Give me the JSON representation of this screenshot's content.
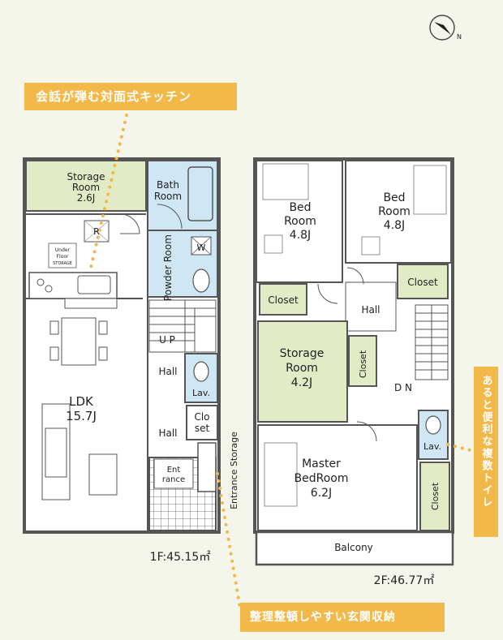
{
  "compass": {
    "icon": "north-arrow-icon",
    "label": "N"
  },
  "callouts": {
    "kitchen": "会話が弾む対面式キッチン",
    "entrance": "整理整頓しやすい玄関収納",
    "toilet": "あると便利な複数トイレ"
  },
  "floor1": {
    "area_label": "1F:45.15㎡",
    "rooms": {
      "storage": [
        "Storage",
        "Room",
        "2.6J"
      ],
      "bath": [
        "Bath",
        "Room"
      ],
      "powder": "Powder Room",
      "washer": "W",
      "fridge": "R",
      "under_floor": [
        "Under",
        "Floor",
        "STORAGE"
      ],
      "up": "U P",
      "hall_upper": "Hall",
      "lav": "Lav.",
      "hall_lower": "Hall",
      "closet": [
        "Clo",
        "set"
      ],
      "entrance": [
        "Ent",
        "rance"
      ],
      "ldk": [
        "LDK",
        "15.7J"
      ],
      "entrance_storage": "Entrance Storage"
    }
  },
  "floor2": {
    "area_label": "2F:46.77㎡",
    "rooms": {
      "bed_left": [
        "Bed",
        "Room",
        "4.8J"
      ],
      "bed_right": [
        "Bed",
        "Room",
        "4.8J"
      ],
      "closet_left": "Closet",
      "closet_right": "Closet",
      "hall": "Hall",
      "storage": [
        "Storage",
        "Room",
        "4.2J"
      ],
      "closet_vertical": "Closet",
      "dn": "D N",
      "lav": "Lav.",
      "master": [
        "Master",
        "BedRoom",
        "6.2J"
      ],
      "closet_master": "Closet",
      "balcony": "Balcony"
    }
  },
  "colors": {
    "wall": "#555555",
    "room_green": "#e1ebc6",
    "wet_blue": "#cfe6f5",
    "accent": "#f2b94a"
  }
}
